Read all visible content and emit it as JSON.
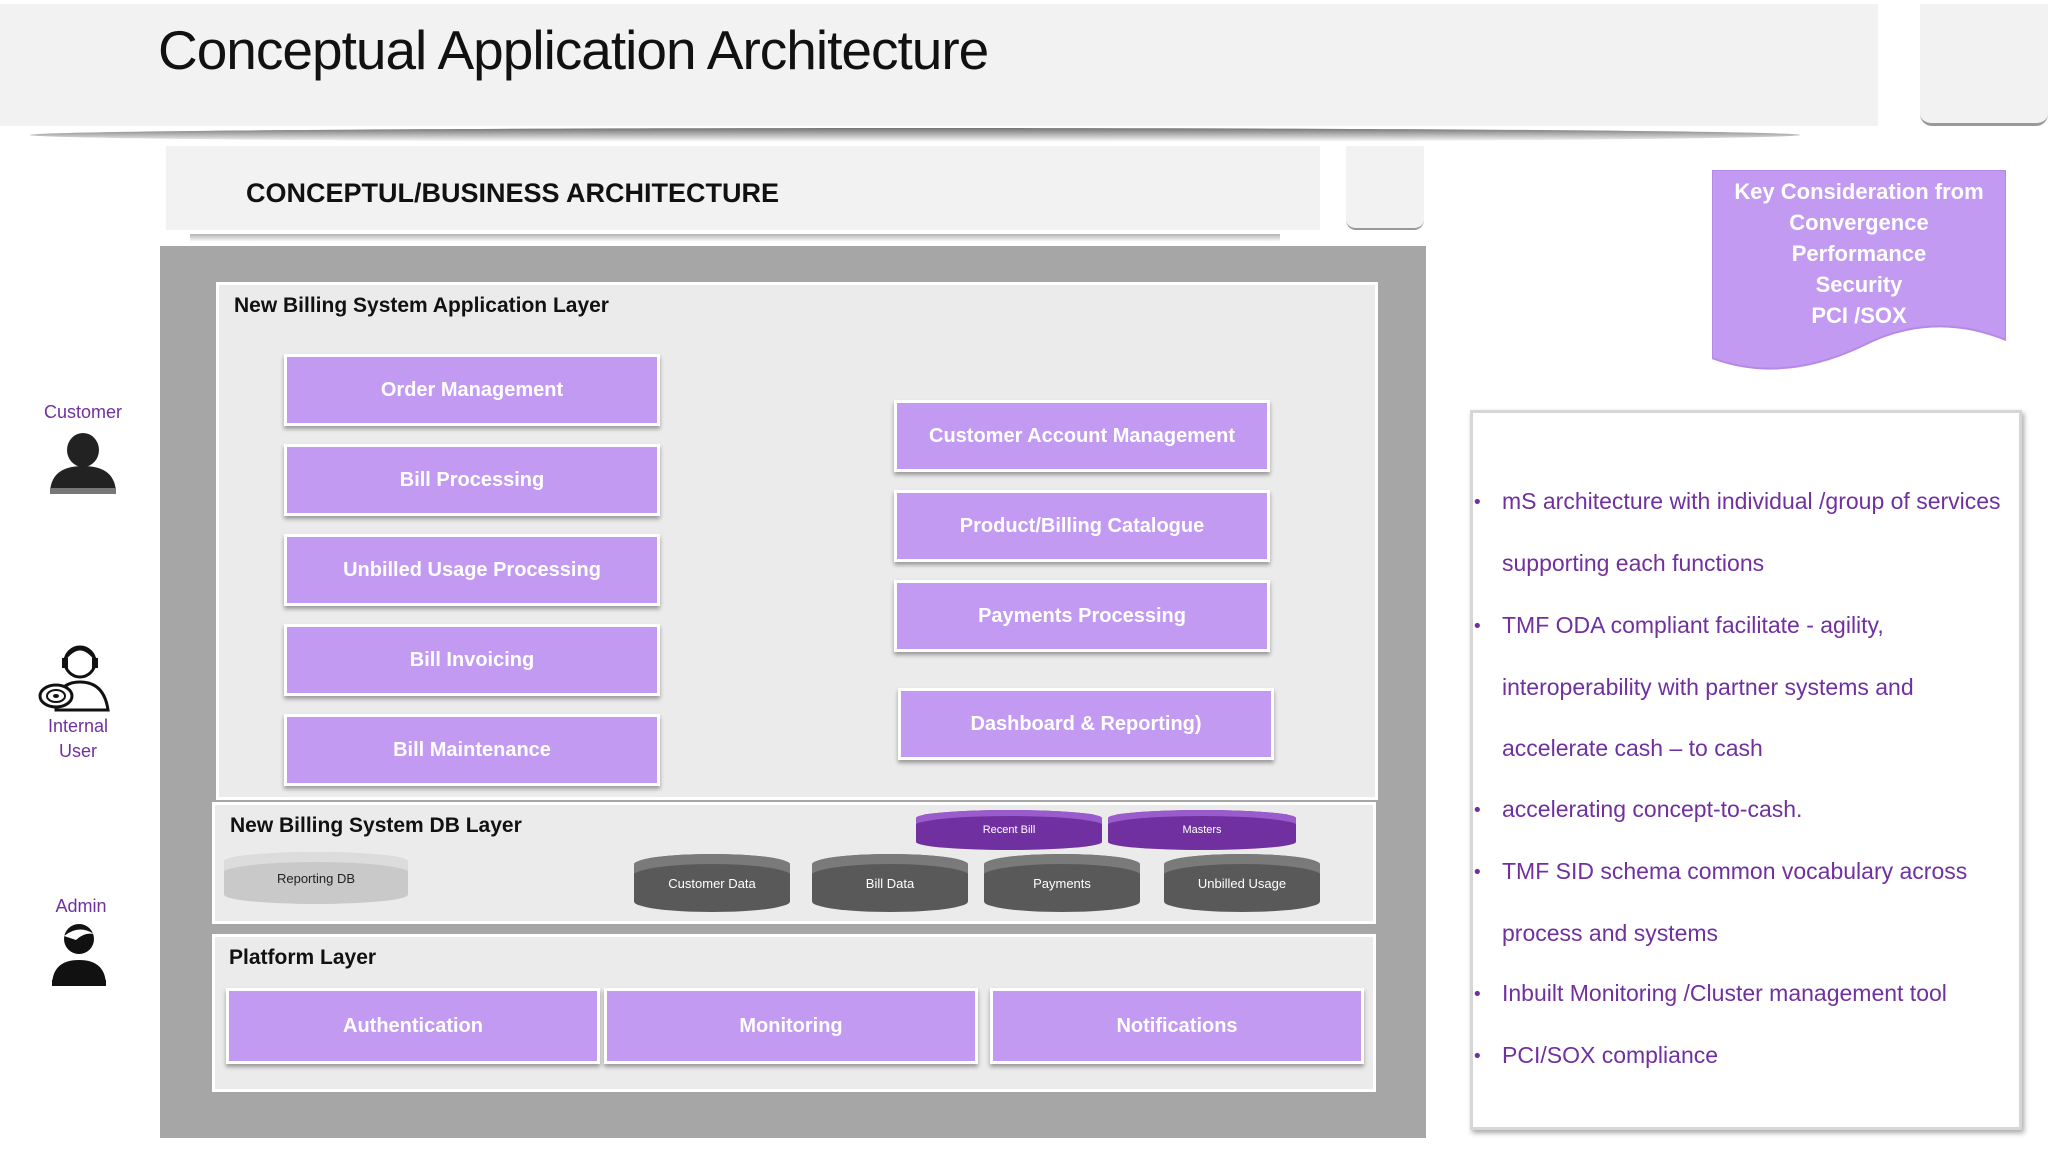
{
  "title": "Conceptual Application Architecture",
  "section_title": "CONCEPTUL/BUSINESS ARCHITECTURE",
  "actors": {
    "customer": "Customer",
    "internal_user_line1": "Internal",
    "internal_user_line2": "User",
    "admin": "Admin"
  },
  "app_layer": {
    "title": "New Billing System Application Layer",
    "left_modules": [
      "Order Management",
      "Bill Processing",
      "Unbilled Usage Processing",
      "Bill Invoicing",
      "Bill Maintenance"
    ],
    "right_modules": [
      "Customer Account  Management",
      "Product/Billing Catalogue",
      "Payments Processing",
      "Dashboard & Reporting)"
    ]
  },
  "db_layer": {
    "title": "New Billing System DB Layer",
    "reporting_db": "Reporting DB",
    "dbs": [
      "Customer Data",
      "Bill Data",
      "Payments",
      "Unbilled Usage"
    ],
    "top_dbs": [
      "Recent Bill",
      "Masters"
    ]
  },
  "platform_layer": {
    "title": "Platform Layer",
    "modules": [
      "Authentication",
      "Monitoring",
      "Notifications"
    ]
  },
  "key_consideration": {
    "line1": "Key Consideration from",
    "line2": "Convergence",
    "line3": "Performance",
    "line4": "Security",
    "line5": "PCI /SOX"
  },
  "points": [
    "mS architecture with individual /group of services",
    "supporting each functions",
    "TMF ODA compliant facilitate - agility,",
    "interoperability with partner systems and",
    "accelerate cash – to cash",
    "accelerating concept-to-cash.",
    "TMF SID schema common vocabulary across",
    "process and systems",
    "Inbuilt Monitoring /Cluster management tool",
    "PCI/SOX compliance"
  ],
  "colors": {
    "module_fill": "#c39af2",
    "accent_purple": "#7030a0",
    "container_gray": "#a6a6a6",
    "db_dark": "#595959"
  }
}
